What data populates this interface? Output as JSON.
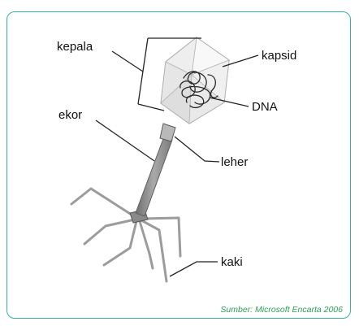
{
  "labels": {
    "kepala": "kepala",
    "kapsid": "kapsid",
    "dna": "DNA",
    "ekor": "ekor",
    "leher": "leher",
    "kaki": "kaki"
  },
  "source": "Sumber: Microsoft Encarta 2006",
  "colors": {
    "frame_border": "#36b39d",
    "source_text": "#2e9e57",
    "leader_line": "#222222",
    "tail_sheath": "#8d8d8d",
    "legs": "#9a9a9a",
    "capsid_fill": "#f1f1f1"
  }
}
